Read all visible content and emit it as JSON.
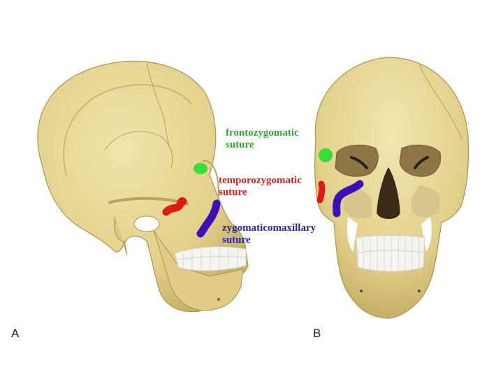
{
  "figure": {
    "panels": [
      {
        "id": "A",
        "letter": "A",
        "view": "lateral skull"
      },
      {
        "id": "B",
        "letter": "B",
        "view": "anterior skull"
      }
    ],
    "labels": [
      {
        "id": "frontozygomatic",
        "line1": "frontozygomatic",
        "line2": "suture",
        "color": "#2eaa2e"
      },
      {
        "id": "temporozygomatic",
        "line1": "temporozygomatic",
        "line2": "suture",
        "color": "#dd1f1f"
      },
      {
        "id": "zygomaticomaxillary",
        "line1": "zygomaticomaxillary",
        "line2": "suture",
        "color": "#2a1fb0"
      }
    ],
    "colors": {
      "bone": "#e6d591",
      "bone_shadow": "#c9b56a",
      "bone_outline": "#a89452",
      "marker_green": "#33e033",
      "marker_red": "#e01818",
      "marker_blue": "#3a10b8"
    }
  }
}
